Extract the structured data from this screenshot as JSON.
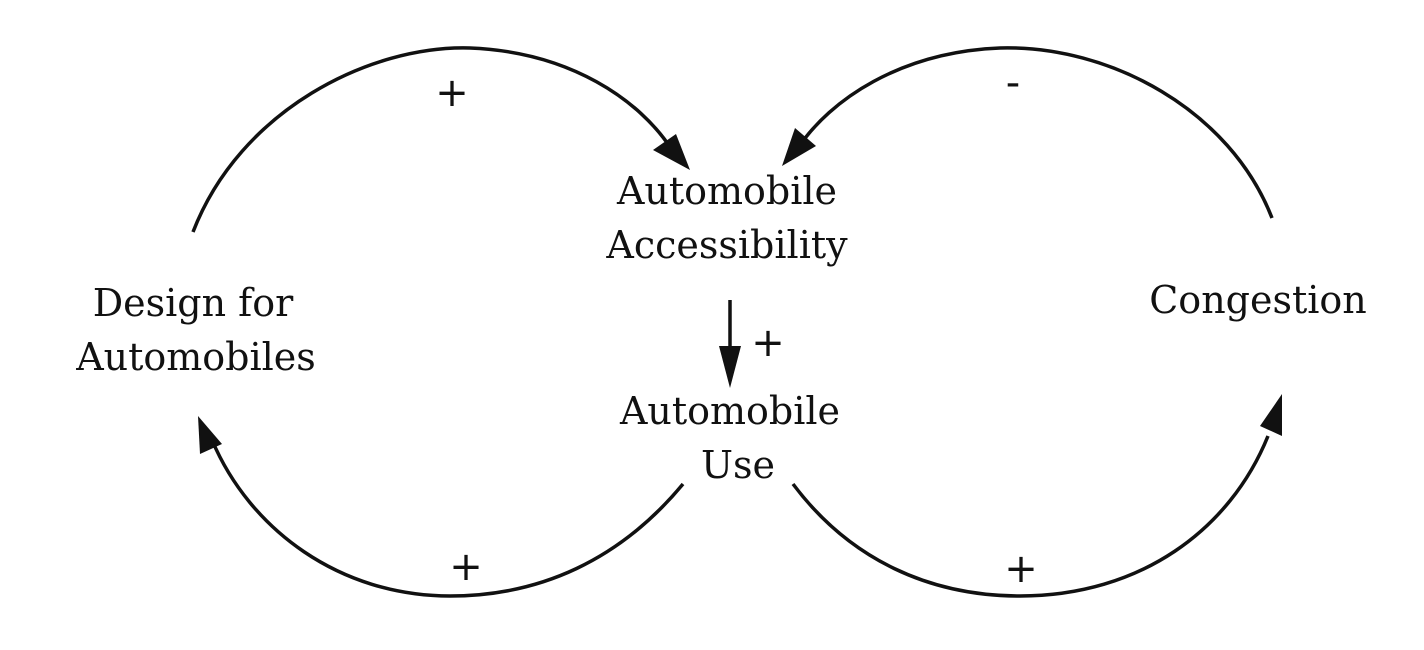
{
  "nodes": {
    "design_for_automobiles": {
      "line1": "Design for",
      "line2": "Automobiles"
    },
    "automobile_accessibility": {
      "line1": "Automobile",
      "line2": "Accessibility"
    },
    "automobile_use": {
      "line1": "Automobile",
      "line2": "Use"
    },
    "congestion": {
      "line1": "Congestion"
    }
  },
  "links": {
    "design_to_accessibility": {
      "polarity": "+"
    },
    "accessibility_to_use": {
      "polarity": "+"
    },
    "use_to_design": {
      "polarity": "+"
    },
    "congestion_to_accessibility": {
      "polarity": "-"
    },
    "use_to_congestion": {
      "polarity": "+"
    }
  }
}
